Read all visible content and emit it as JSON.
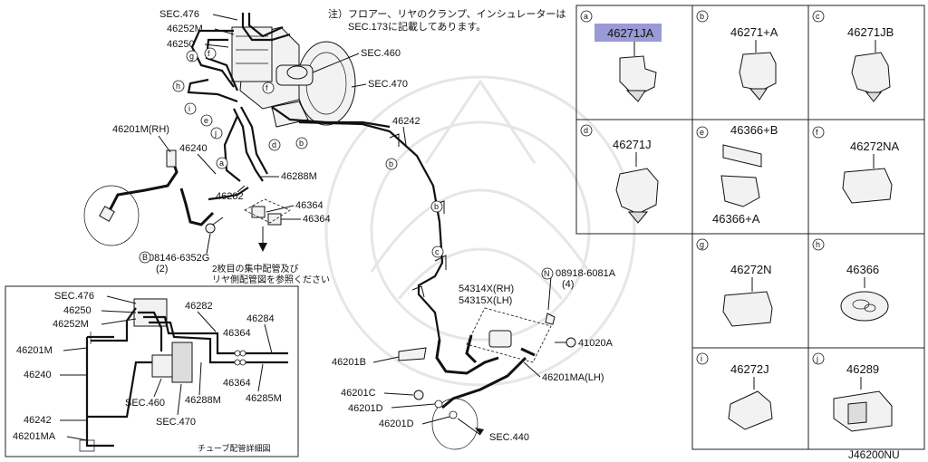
{
  "note": {
    "line1": "注）フロアー、リヤのクランプ、インシュレーターは",
    "line2": "SEC.173に記載してあります。"
  },
  "main_labels": {
    "sec476": "SEC.476",
    "p46252m": "46252M",
    "p46250": "46250",
    "sec460": "SEC.460",
    "sec470": "SEC.470",
    "p46242": "46242",
    "p46201m_rh": "46201M(RH)",
    "p46240": "46240",
    "p46288m": "46288M",
    "p46282": "46282",
    "p46364_a": "46364",
    "p46364_b": "46364",
    "bolt": "08146-6352G",
    "bolt_qty": "(2)",
    "ref1": "2枚目の集中配管及び",
    "ref2": "リヤ側配管図を参照ください",
    "p54314x": "54314X(RH)",
    "p54315x": "54315X(LH)",
    "nut": "08918-6081A",
    "nut_qty": "(4)",
    "p41020a": "41020A",
    "p46201b": "46201B",
    "p46201ma_lh": "46201MA(LH)",
    "p46201c": "46201C",
    "p46201d_a": "46201D",
    "p46201d_b": "46201D",
    "sec440": "SEC.440"
  },
  "callout_letters": {
    "a": "a",
    "b": "b",
    "c": "c",
    "d": "d",
    "e": "e",
    "f": "f",
    "g": "g",
    "h": "h",
    "i": "i",
    "j": "j",
    "n": "N"
  },
  "bolt_letter": "B",
  "inset": {
    "sec476": "SEC.476",
    "p46250": "46250",
    "p46252m": "46252M",
    "p46201m": "46201M",
    "p46240": "46240",
    "p46242": "46242",
    "p46201ma": "46201MA",
    "p46282": "46282",
    "p46284": "46284",
    "p46364_a": "46364",
    "p46364_b": "46364",
    "sec460": "SEC.460",
    "sec470": "SEC.470",
    "p46288m": "46288M",
    "p46285m": "46285M",
    "caption": "チューブ配管詳細図"
  },
  "grid_cells": [
    {
      "letter": "a",
      "part": "46271JA"
    },
    {
      "letter": "b",
      "part": "46271+A"
    },
    {
      "letter": "c",
      "part": "46271JB"
    },
    {
      "letter": "d",
      "part": "46271J"
    },
    {
      "letter": "e",
      "part": "46366+B",
      "part2": "46366+A"
    },
    {
      "letter": "f",
      "part": "46272NA"
    },
    {
      "letter": "g",
      "part": "46272N"
    },
    {
      "letter": "h",
      "part": "46366"
    },
    {
      "letter": "i",
      "part": "46272J"
    },
    {
      "letter": "j",
      "part": "46289"
    }
  ],
  "diagram_code": "J46200NU",
  "colors": {
    "highlight": "#9a9ad6",
    "line": "#111111"
  }
}
